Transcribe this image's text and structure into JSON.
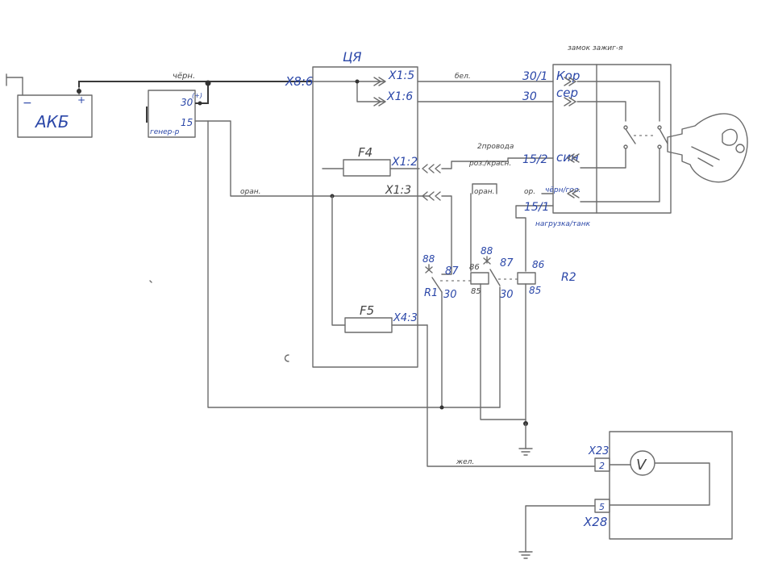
{
  "battery": {
    "label": "АКБ",
    "minus": "−",
    "plus": "+"
  },
  "generator": {
    "label": "генер-р",
    "pin30": "30",
    "pin30_mark": "(+)",
    "pin15": "15"
  },
  "control_unit": {
    "title": "ЦЯ"
  },
  "ignition_switch": {
    "title": "замок зажиг-я"
  },
  "connectors": {
    "x8_6": "X8:6",
    "x1_5": "X1:5",
    "x1_6": "X1:6",
    "x1_2": "X1:2",
    "x1_3": "X1:3",
    "x4_3": "X4:3",
    "x23": "X23",
    "x28": "X28"
  },
  "fuses": {
    "f4": "F4",
    "f5": "F5"
  },
  "wires": {
    "black": "чёрн.",
    "white": "бел.",
    "orange_left": "оран.",
    "two_wires": "2провода",
    "pink_red": "роз./красн.",
    "orange_mid": "оран.",
    "orange_right": "ор.",
    "black_blue": "чёрн/гол.",
    "yellow": "жел."
  },
  "switch_terminals": {
    "t30_1": "30/1",
    "t30": "30",
    "t15_2": "15/2",
    "t15_1": "15/1",
    "brown": "Кор",
    "gray": "сер",
    "blue": "син",
    "loads": "нагрузка/танк"
  },
  "relays": {
    "r1": "R1",
    "r2": "R2",
    "r1_pins": {
      "p88": "88",
      "p87": "87",
      "p30": "30"
    },
    "coil1_pins": {
      "p86": "86",
      "p85": "85"
    },
    "r2_pins": {
      "p88": "88",
      "p87": "87",
      "p30": "30"
    },
    "coil2_pins": {
      "p86": "86",
      "p85": "85"
    }
  },
  "voltmeter": {
    "symbol": "V",
    "pin2": "2",
    "pin5": "5"
  }
}
